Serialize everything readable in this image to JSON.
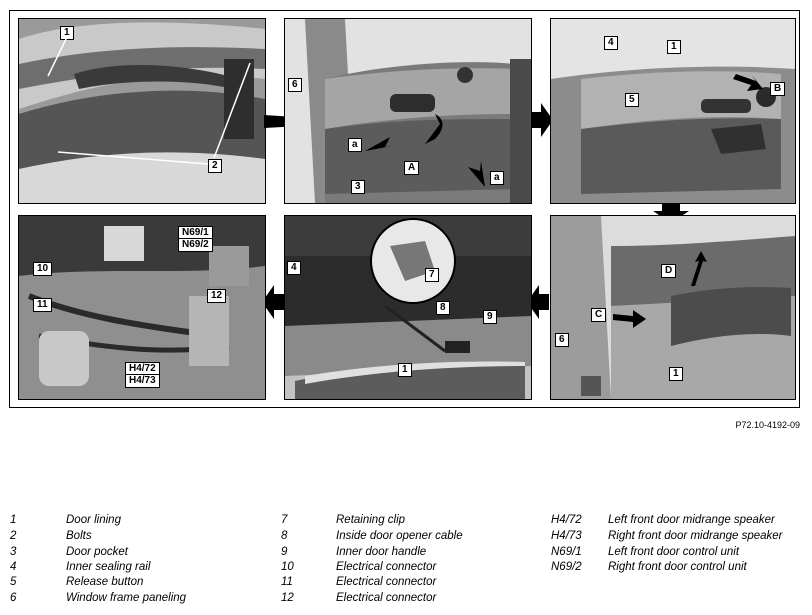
{
  "figure_ref": "P72.10-4192-09",
  "panels": [
    {
      "callouts": [
        "1",
        "2"
      ]
    },
    {
      "callouts": [
        "6",
        "a",
        "A",
        "a",
        "3"
      ]
    },
    {
      "callouts": [
        "4",
        "1",
        "5",
        "B"
      ]
    },
    {
      "callouts": [
        "D",
        "C",
        "6",
        "1"
      ]
    },
    {
      "callouts": [
        "4",
        "7",
        "8",
        "9",
        "1"
      ]
    },
    {
      "callouts": [
        "N69/1",
        "N69/2",
        "10",
        "11",
        "12",
        "H4/72",
        "H4/73"
      ]
    }
  ],
  "legend": {
    "col1": [
      {
        "num": "1",
        "text": "Door lining"
      },
      {
        "num": "2",
        "text": "Bolts"
      },
      {
        "num": "3",
        "text": "Door pocket"
      },
      {
        "num": "4",
        "text": "Inner sealing rail"
      },
      {
        "num": "5",
        "text": "Release button"
      },
      {
        "num": "6",
        "text": "Window frame paneling"
      }
    ],
    "col2": [
      {
        "num": "7",
        "text": "Retaining clip"
      },
      {
        "num": "8",
        "text": "Inside door opener cable"
      },
      {
        "num": "9",
        "text": "Inner door handle"
      },
      {
        "num": "10",
        "text": "Electrical connector"
      },
      {
        "num": "11",
        "text": "Electrical connector"
      },
      {
        "num": "12",
        "text": "Electrical connector"
      }
    ],
    "col3": [
      {
        "num": "H4/72",
        "text": "Left front door midrange speaker"
      },
      {
        "num": "H4/73",
        "text": "Right front door midrange speaker"
      },
      {
        "num": "N69/1",
        "text": "Left front door control unit"
      },
      {
        "num": "N69/2",
        "text": "Right front door control unit"
      }
    ]
  }
}
